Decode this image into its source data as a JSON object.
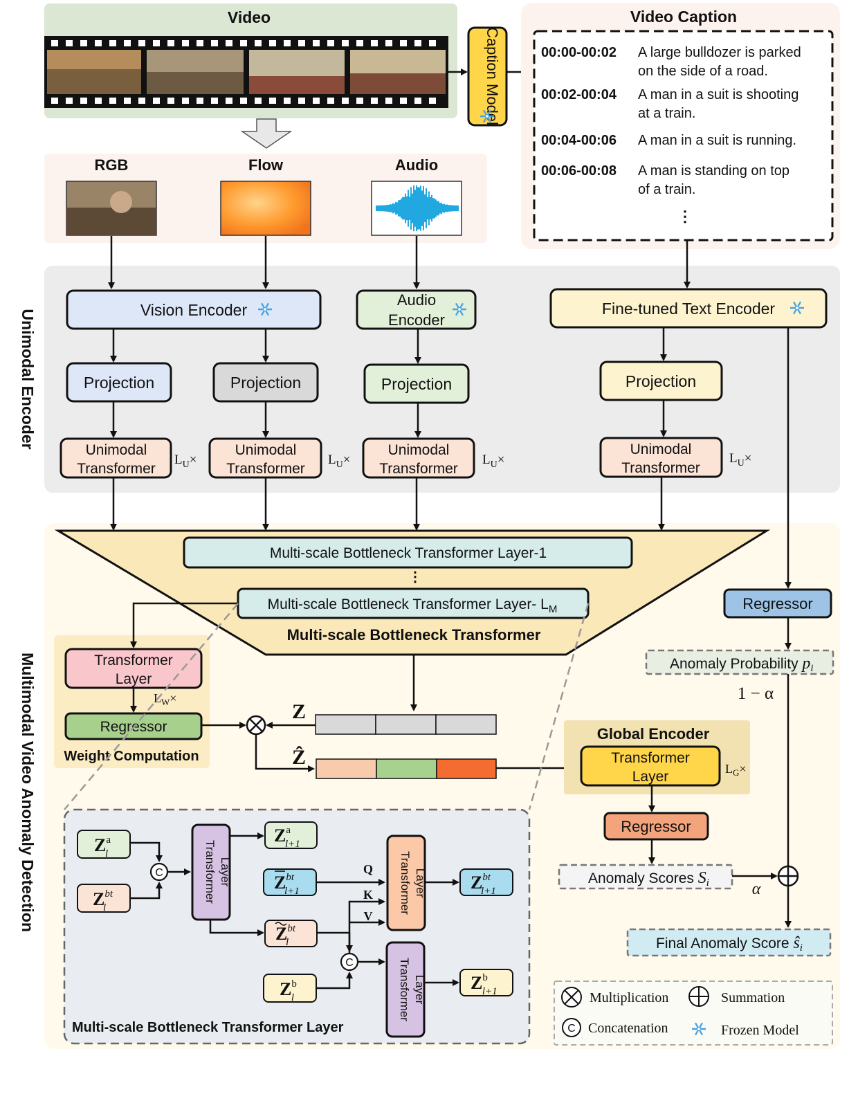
{
  "video": {
    "title": "Video"
  },
  "caption_model": {
    "label": "Caption Model"
  },
  "video_caption": {
    "title": "Video Caption",
    "entries": [
      {
        "time": "00:00-00:02",
        "text_line1": "A large bulldozer is parked",
        "text_line2": "on the side of a road."
      },
      {
        "time": "00:02-00:04",
        "text_line1": "A man in a suit is shooting",
        "text_line2": "at a train."
      },
      {
        "time": "00:04-00:06",
        "text_line1": "A man in a suit is running.",
        "text_line2": ""
      },
      {
        "time": "00:06-00:08",
        "text_line1": "A man is standing on top",
        "text_line2": "of a train."
      }
    ],
    "ellipsis": "⋮"
  },
  "modalities": {
    "rgb": "RGB",
    "flow": "Flow",
    "audio": "Audio"
  },
  "unimodal_encoder": {
    "side_label": "Unimodal Encoder",
    "vision_encoder": "Vision Encoder",
    "audio_encoder_line1": "Audio",
    "audio_encoder_line2": "Encoder",
    "text_encoder": "Fine-tuned Text Encoder",
    "projection": "Projection",
    "unimodal_transformer_line1": "Unimodal",
    "unimodal_transformer_line2": "Transformer",
    "repeat_label": "L",
    "repeat_sub": "U",
    "repeat_times": "×"
  },
  "mvad": {
    "side_label": "Multimodal Video Anomaly Detection",
    "mbt_layer_1": "Multi-scale Bottleneck Transformer Layer-1",
    "mbt_dots": "⋮",
    "mbt_layer_lm": "Multi-scale Bottleneck Transformer Layer- L",
    "mbt_layer_lm_sub": "M",
    "mbt_title": "Multi-scale Bottleneck Transformer",
    "regressor": "Regressor",
    "anomaly_probability": "Anomaly Probability ",
    "anomaly_probability_sym": "p",
    "anomaly_probability_sub": "i",
    "one_minus_alpha": "1 − α",
    "alpha": "α",
    "weight_computation": {
      "title": "Weight Computation",
      "transformer_line1": "Transformer",
      "transformer_line2": "Layer",
      "repeat_label": "L",
      "repeat_sub": "W",
      "repeat_times": "×",
      "regressor": "Regressor"
    },
    "z_label": "Z",
    "z_hat_label": "Ẑ",
    "global_encoder": {
      "title": "Global Encoder",
      "transformer_line1": "Transformer",
      "transformer_line2": "Layer",
      "repeat_label": "L",
      "repeat_sub": "G",
      "repeat_times": "×",
      "regressor": "Regressor"
    },
    "anomaly_scores": "Anomaly Scores ",
    "anomaly_scores_sym": "S",
    "anomaly_scores_sub": "i",
    "final_score": "Final Anomaly Score ",
    "final_score_sym": "ŝ",
    "final_score_sub": "i"
  },
  "mbt_layer_detail": {
    "title": "Multi-scale Bottleneck Transformer Layer",
    "transformer_line1": "Transformer",
    "transformer_line2": "Layer",
    "concat_symbol": "C",
    "q": "Q",
    "k": "K",
    "v": "V",
    "z_sym": "Z",
    "in_a_sup": "a",
    "in_a_sub": "l",
    "in_bt_sup": "bt",
    "in_bt_sub": "l",
    "out_a_sup": "a",
    "out_a_sub": "l+1",
    "bar_bt_sup": "bt",
    "bar_bt_sub": "l+1",
    "tilde_bt_sup": "bt",
    "tilde_bt_sub": "l",
    "in_b_sup": "b",
    "in_b_sub": "l",
    "out_bt_sup": "bt",
    "out_bt_sub": "l+1",
    "out_b_sup": "b",
    "out_b_sub": "l+1"
  },
  "legend": {
    "multiplication": "Multiplication",
    "summation": "Summation",
    "concatenation": "Concatenation",
    "frozen_model": "Frozen Model"
  },
  "colors": {
    "video_bg": "#dbe6d3",
    "caption_bg": "#fdf3ee",
    "encoder_bg": "#ececec",
    "mvad_bg": "#fffaeb",
    "trapezoid": "#fbe8b8",
    "snow": "#4aa3df",
    "vision_encoder": "#dde7f7",
    "audio_encoder": "#e3f0d9",
    "text_encoder": "#fdf3cf",
    "proj_gray": "#d9d9d9",
    "unimodal": "#fbe3d6",
    "mbt_layer": "#d5ecea",
    "regressor_blue": "#9dc3e6",
    "wc_transformer": "#f9c6cc",
    "wc_regressor": "#a8d08d",
    "global_transformer": "#ffd54a",
    "global_regressor": "#f4a47c",
    "final_score": "#d1ebf3",
    "detail_bg": "#e9edf1",
    "detail_transformer_purple": "#d6c3e3",
    "detail_transformer_orange": "#fbc9a8"
  }
}
